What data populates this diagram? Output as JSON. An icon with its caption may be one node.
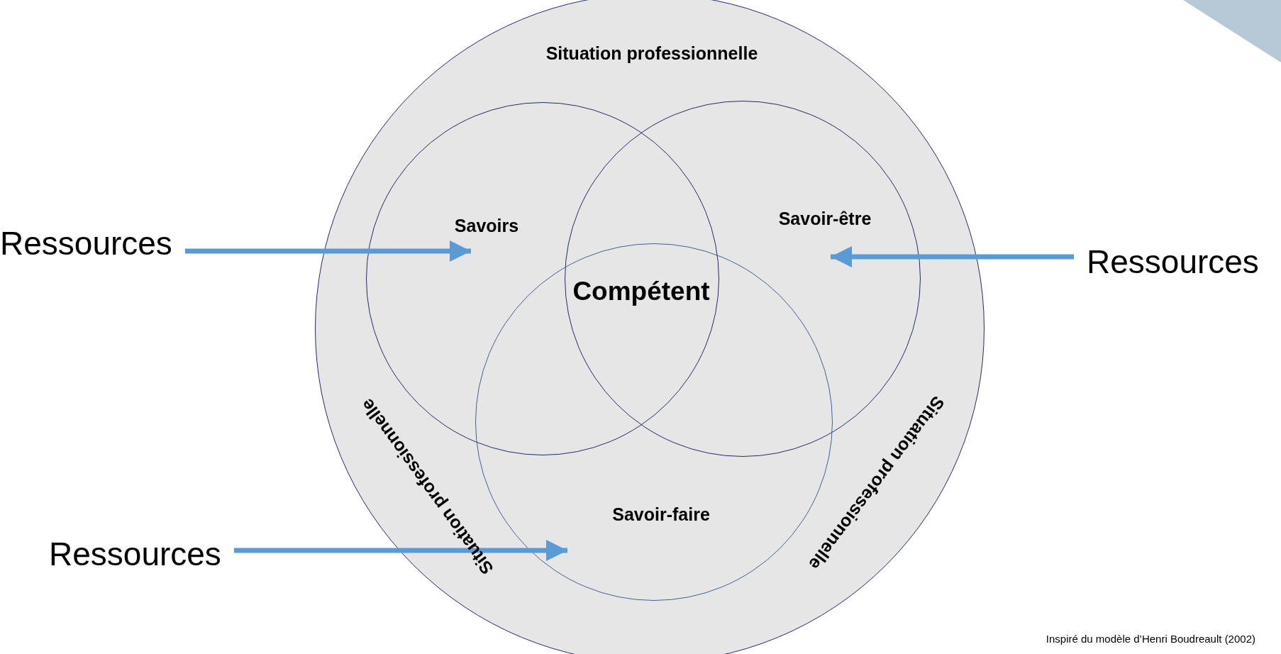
{
  "diagram": {
    "caption": "Inspiré du modèle d’Henri Boudreault (2002)",
    "nodes": [
      {
        "text": [
          "Situation professionnelle",
          "Situation professionnelle",
          "Situation professionnelle"
        ]
      },
      {
        "text": [
          "Savoirs"
        ],
        "in": 0
      },
      {
        "text": [
          "Savoir-être"
        ],
        "in": 0
      },
      {
        "text": [
          "Savoir-faire"
        ],
        "in": 0
      },
      {
        "text": [
          "Compétent"
        ]
      },
      {
        "text": [
          "Ressources"
        ]
      },
      {
        "text": [
          "Ressources"
        ]
      },
      {
        "text": [
          "Ressources"
        ]
      }
    ],
    "edges": [
      {
        "from": 5,
        "to": 1,
        "arrow": "to"
      },
      {
        "from": 6,
        "to": 2,
        "arrow": "to"
      },
      {
        "from": 7,
        "to": 3,
        "arrow": "to"
      }
    ]
  }
}
